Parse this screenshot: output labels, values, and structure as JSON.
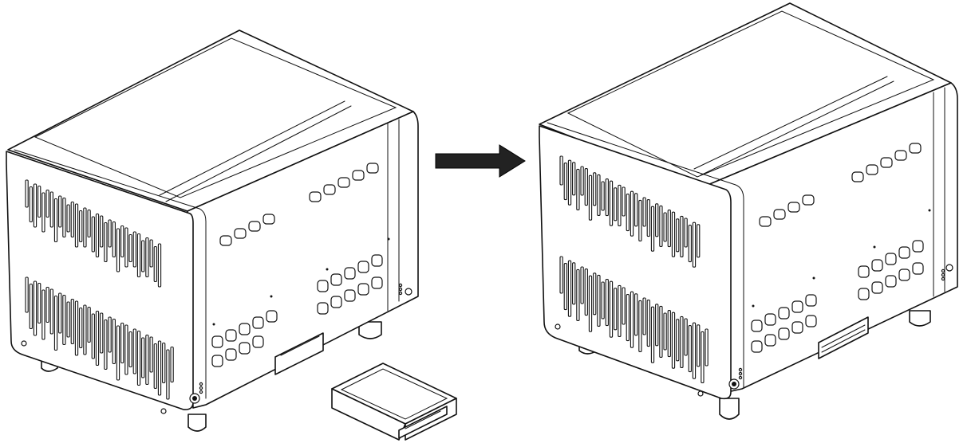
{
  "figure": {
    "left_device": {
      "state": "drawer-removed",
      "icon": "device-with-drawer-out"
    },
    "arrow": {
      "direction": "right",
      "color": "#222222",
      "icon": "right-arrow-icon"
    },
    "right_device": {
      "state": "drawer-inserted",
      "icon": "device-with-drawer-in"
    },
    "drawer": {
      "icon": "removable-tray"
    }
  }
}
